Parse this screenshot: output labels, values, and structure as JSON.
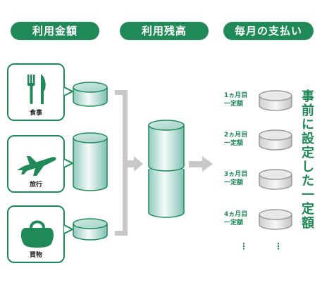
{
  "headers": {
    "usage_amount": "利用金額",
    "remaining_balance": "利用残高",
    "monthly_payment": "毎月の支払い"
  },
  "categories": [
    {
      "label": "食事",
      "icon": "fork-knife-icon"
    },
    {
      "label": "旅行",
      "icon": "airplane-icon"
    },
    {
      "label": "買物",
      "icon": "handbag-icon"
    }
  ],
  "payments": [
    {
      "month": "1ヵ月目",
      "amount": "一定額"
    },
    {
      "month": "2ヵ月目",
      "amount": "一定額"
    },
    {
      "month": "3ヵ月目",
      "amount": "一定額"
    },
    {
      "month": "4ヵ月目",
      "amount": "一定額"
    }
  ],
  "ellipsis": "⋮",
  "side_label": "事前に設定した一定額",
  "colors": {
    "accent": "#1f8a57",
    "cylinder": "#a9d8cf",
    "arrow": "#c8c8c8"
  }
}
